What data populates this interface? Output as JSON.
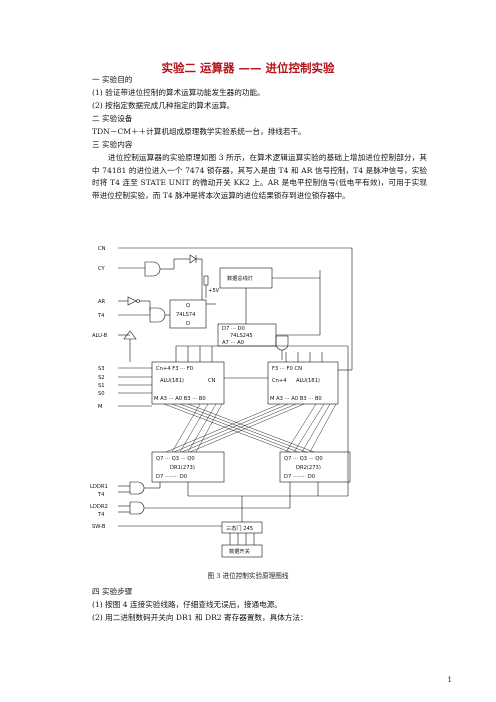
{
  "title": "实验二   运算器 —— 进位控制实验",
  "lines": {
    "s1": "一   实验目的",
    "s1_1": "(1)  验证带进位控制的算术运算功能发生器的功能。",
    "s1_2": "(2)  按指定数据完成几种指定的算术运算。",
    "s2": "二   实验设备",
    "s2_1": "TDN－CM＋＋计算机组成原理教学实验系统一台，排线若干。",
    "s3": "三   实验内容",
    "intro": "进位控制运算器的实验原理如图 3 所示，在算术逻辑运算实验的基础上增加进位控制部分，其中 74181 的进位进入一个 7474 锁存器，其写入是由 T4 和 AR 信号控制，T4 是脉冲信号，实验时将 T4 连至 STATE UNIT 的微动开关 KK2 上。AR 是电平控制信号(低电平有效)，可用于实现带进位控制实验，而 T4 脉冲是将本次运算的进位结果锁存到进位锁存器中。",
    "s4": "四   实验步骤",
    "s4_1": "(1)  按图 4 连接实验线路，仔细查线无误后，接通电源。",
    "s4_2": "(2)  用二进制数码开关向 DR1 和 DR2 寄存器置数，具体方法："
  },
  "figure": {
    "caption": "图 3    进位控制实验原理图线",
    "signals": {
      "cn": "CN",
      "cy": "CY",
      "ar": "AR",
      "t4a": "T4",
      "alub": "ALU-B",
      "s3": "S3",
      "s2": "S2",
      "s1": "S1",
      "s0": "S0",
      "m": "M",
      "lddr1": "LDDR1",
      "t4b": "T4",
      "lddr2": "LDDR2",
      "t4c": "T4",
      "swb": "SW-B"
    },
    "blocks": {
      "display": "数据总线灯",
      "latch_q": "Q",
      "latch_name": "74LS74",
      "latch_d": "D",
      "vcc": "+5V",
      "buf_top": "D7 ··· D0",
      "buf_name": "74LS245",
      "buf_bot": "A7 ··· A0",
      "alu1_top": "Cn+4   F3 ··· F0",
      "alu1_name": "ALU(181)",
      "alu1_cn": "CN",
      "alu1_bot": "M A3 ··· A0 B3 ··· B0",
      "alu2_top": "F3 ··· F0      CN",
      "alu2_name": "ALU(181)",
      "alu2_cn4": "Cn+4",
      "alu2_bot": "M A3 ··· A0 B3 ··· B0",
      "dr1_top": "Q7 ··· Q3 ··· Q0",
      "dr1_name": "DR1(273)",
      "dr1_bot": "D7 ········ D0",
      "dr2_top": "Q7 ··· Q3 ··· Q0",
      "dr2_name": "DR2(273)",
      "dr2_bot": "D7 ········ D0",
      "tri": "三态门 245",
      "switch": "数据开关"
    }
  },
  "page_number": "1"
}
